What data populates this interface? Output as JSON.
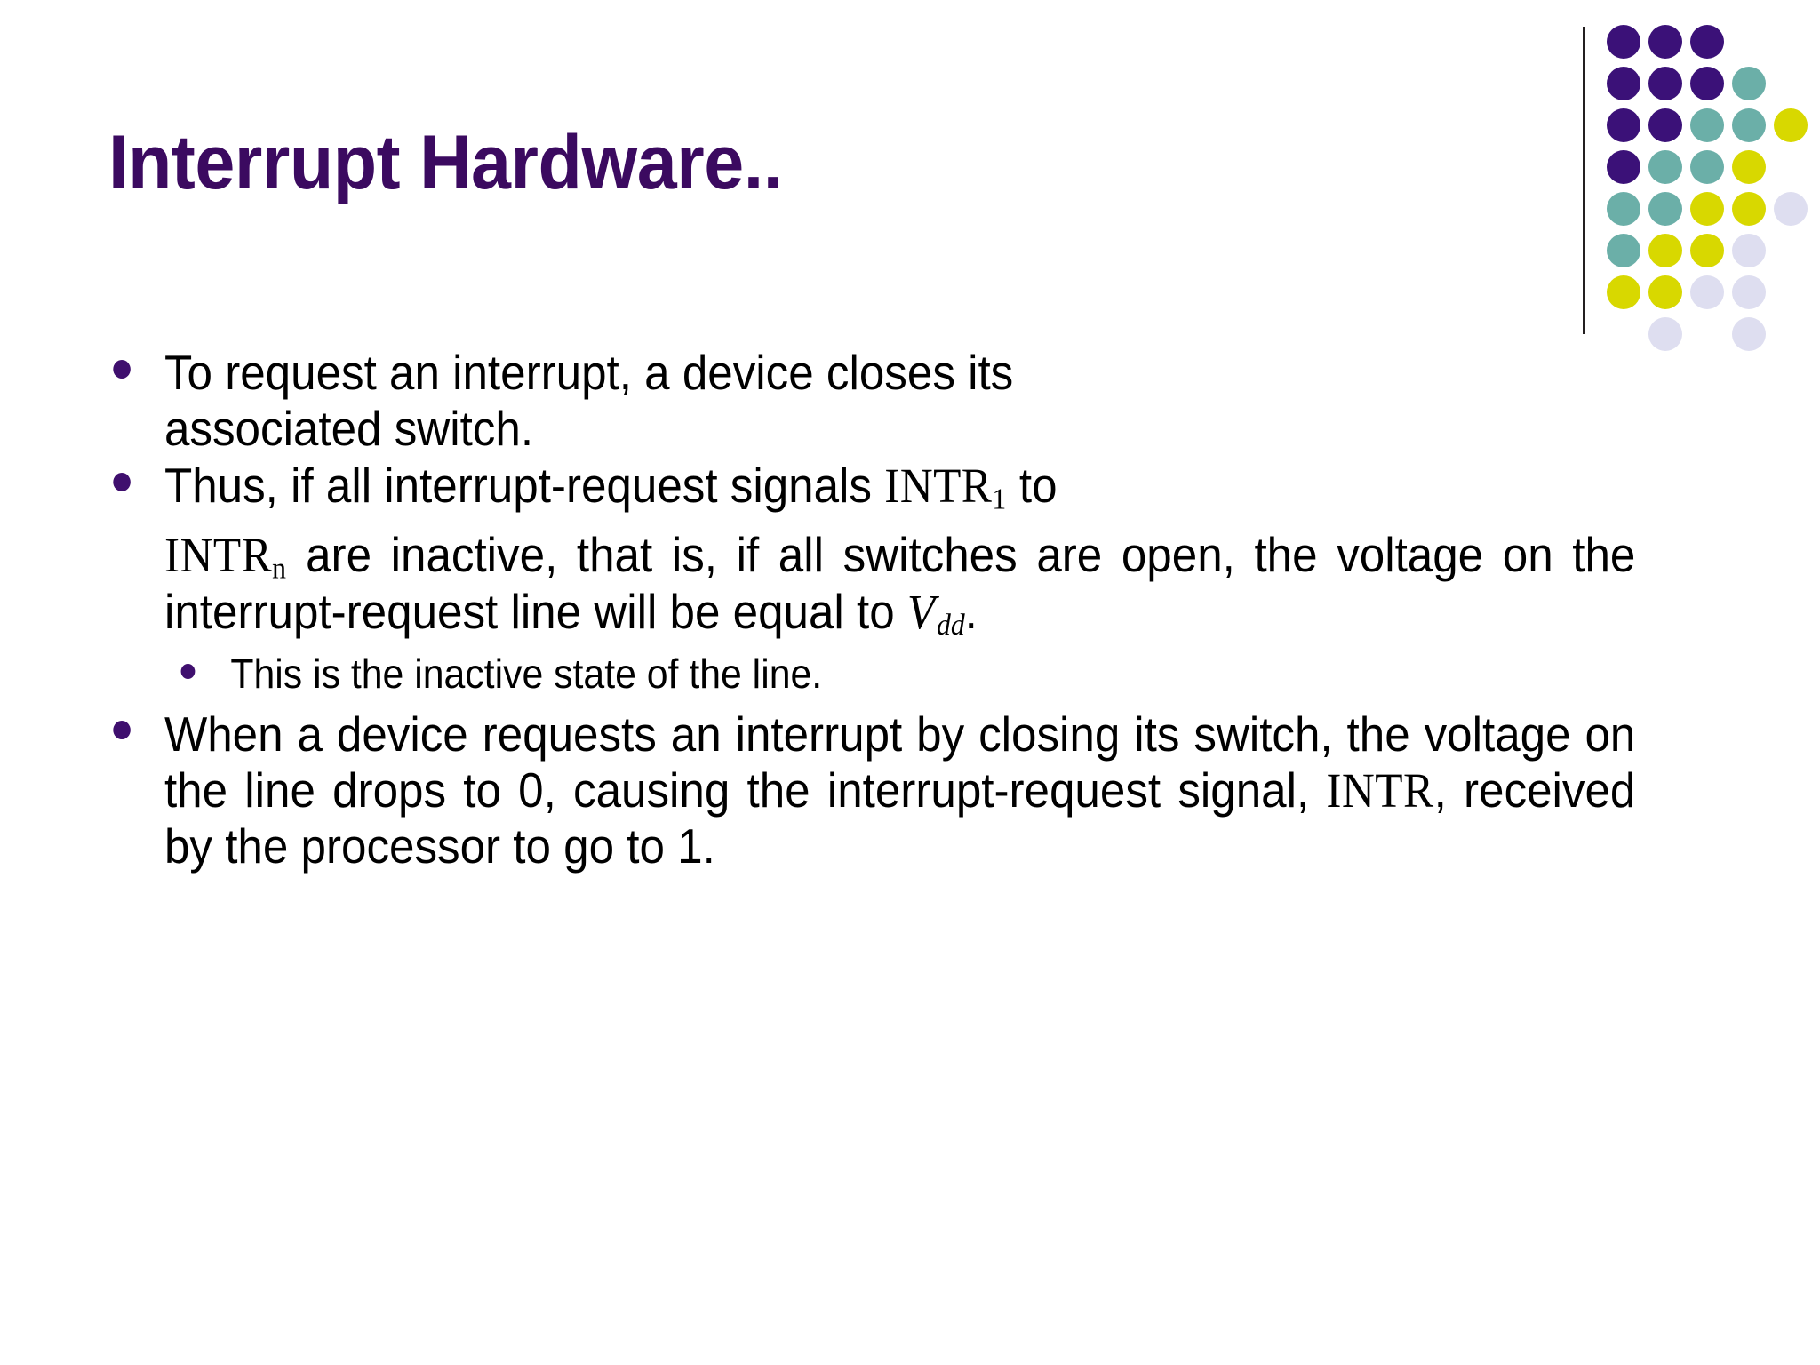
{
  "slide": {
    "title": "Interrupt Hardware..",
    "title_color": "#3B0A60",
    "background_color": "#FFFFFF",
    "bullet_color": "#3F0F6E",
    "body_color": "#000000"
  },
  "decoration": {
    "name": "dot-grid-logo",
    "colors": {
      "purple": "#3B1178",
      "teal": "#6BAFA8",
      "yellow": "#D8D800",
      "lavender": "#DEDEF0"
    },
    "rows": [
      [
        "purple",
        "purple",
        "purple"
      ],
      [
        "purple",
        "purple",
        "purple",
        "teal"
      ],
      [
        "purple",
        "purple",
        "teal",
        "teal",
        "yellow"
      ],
      [
        "purple",
        "teal",
        "teal",
        "yellow"
      ],
      [
        "teal",
        "teal",
        "yellow",
        "yellow",
        "lav"
      ],
      [
        "teal",
        "yellow",
        "yellow",
        "lav"
      ],
      [
        "yellow",
        "yellow",
        "lav",
        "lav"
      ],
      [
        "gap",
        "lav",
        "gap",
        "lav"
      ]
    ]
  },
  "content": {
    "bullet1": {
      "level": 1,
      "text": "To request an interrupt, a device closes its associated switch."
    },
    "bullet2": {
      "level": 1,
      "text_before": "Thus, if all interrupt-request signals ",
      "symbol": "INTR",
      "subscript": "1",
      "text_after": " to"
    },
    "continuation": {
      "level": 1,
      "symbol": "INTR",
      "subscript": "n",
      "text_middle": " are inactive, that is, if all switches are open, the voltage on the interrupt-request line will be equal to ",
      "variable": "V",
      "variable_subscript": "dd",
      "text_after": "."
    },
    "subbullet": {
      "level": 2,
      "text": "This is the inactive state of the line."
    },
    "bullet3": {
      "level": 1,
      "text_before": "When a device requests an interrupt by closing its switch, the voltage on the line drops to 0, causing the interrupt-request signal, ",
      "symbol": "INTR",
      "text_after": ", received by the processor to go to 1."
    }
  }
}
